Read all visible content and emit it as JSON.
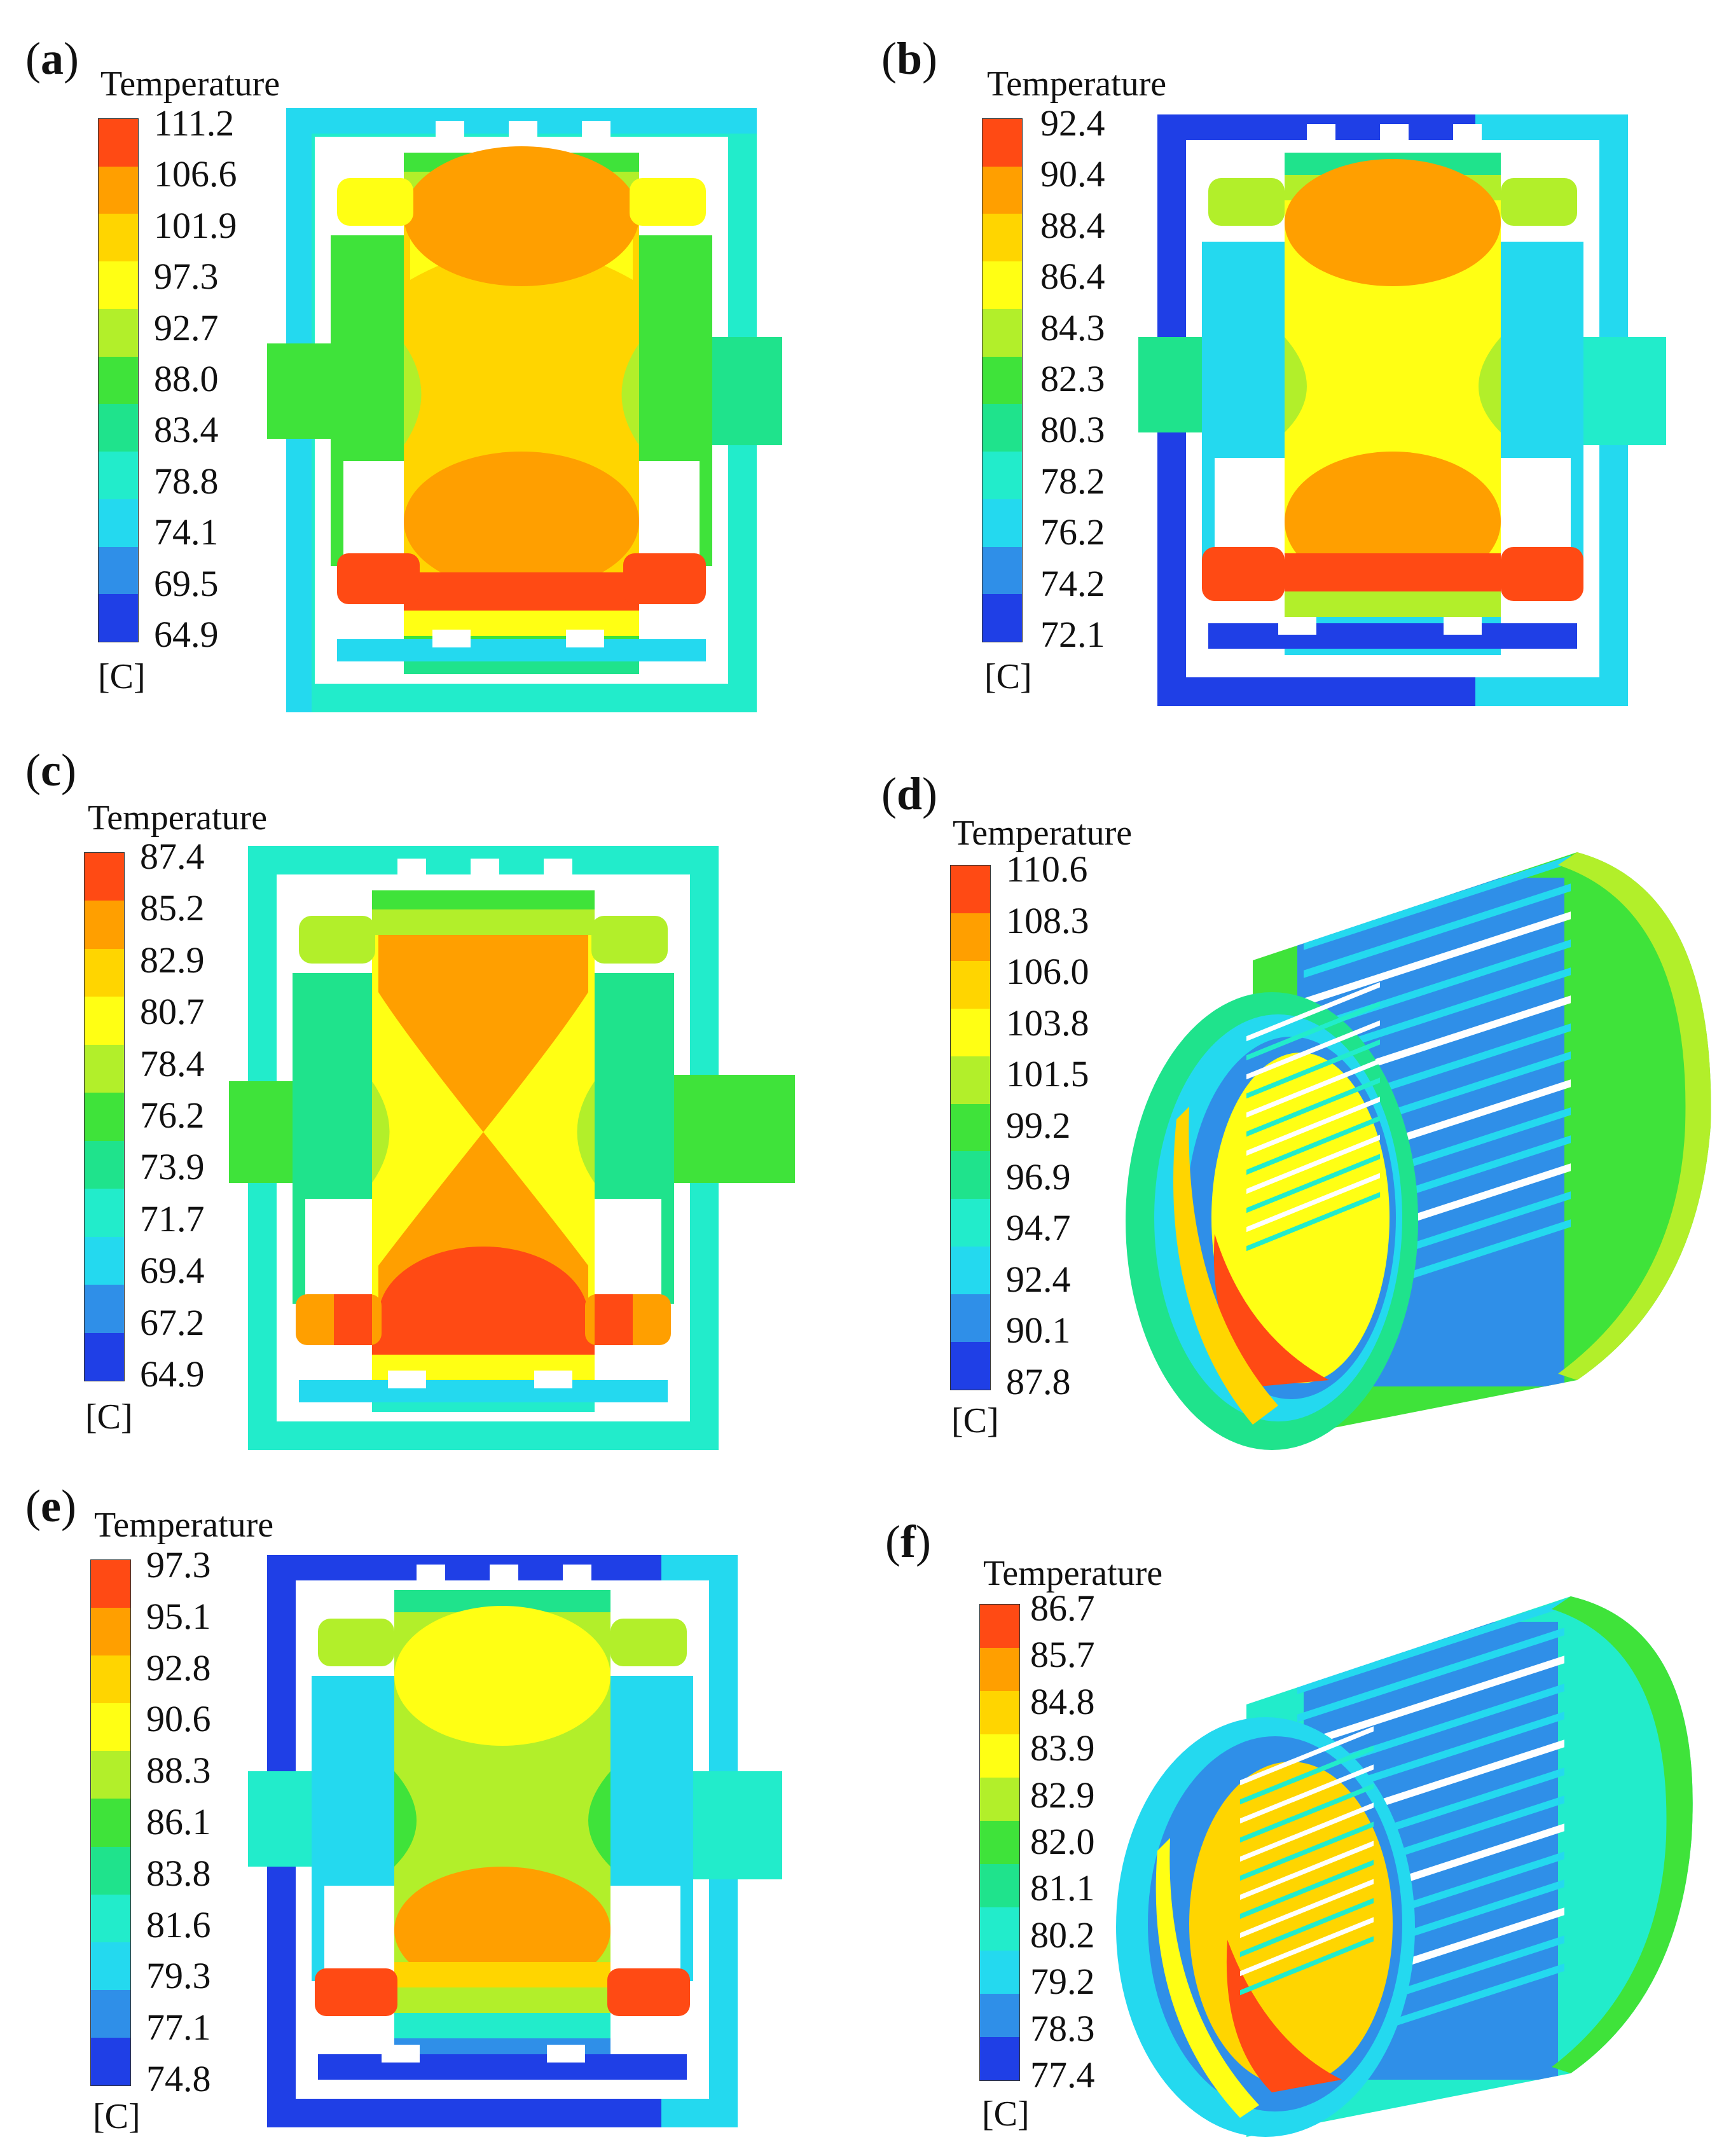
{
  "colors": {
    "c0": "#1f3fe6",
    "c1": "#2f8fe8",
    "c2": "#24d9ef",
    "c3": "#22eccb",
    "c4": "#1fe38c",
    "c5": "#3fe33a",
    "c6": "#b2ef2a",
    "c7": "#ffff14",
    "c8": "#ffd500",
    "c9": "#ff9f00",
    "c10": "#ff4a14",
    "white": "#ffffff"
  },
  "legend_title": "Temperature",
  "legend_unit": "[C]",
  "panels": [
    {
      "id": "a",
      "label": "a",
      "ticks": [
        "111.2",
        "106.6",
        "101.9",
        "97.3",
        "92.7",
        "88.0",
        "83.4",
        "78.8",
        "74.1",
        "69.5",
        "64.9"
      ]
    },
    {
      "id": "b",
      "label": "b",
      "ticks": [
        "92.4",
        "90.4",
        "88.4",
        "86.4",
        "84.3",
        "82.3",
        "80.3",
        "78.2",
        "76.2",
        "74.2",
        "72.1"
      ]
    },
    {
      "id": "c",
      "label": "c",
      "ticks": [
        "87.4",
        "85.2",
        "82.9",
        "80.7",
        "78.4",
        "76.2",
        "73.9",
        "71.7",
        "69.4",
        "67.2",
        "64.9"
      ]
    },
    {
      "id": "d",
      "label": "d",
      "ticks": [
        "110.6",
        "108.3",
        "106.0",
        "103.8",
        "101.5",
        "99.2",
        "96.9",
        "94.7",
        "92.4",
        "90.1",
        "87.8"
      ]
    },
    {
      "id": "e",
      "label": "e",
      "ticks": [
        "97.3",
        "95.1",
        "92.8",
        "90.6",
        "88.3",
        "86.1",
        "83.8",
        "81.6",
        "79.3",
        "77.1",
        "74.8"
      ]
    },
    {
      "id": "f",
      "label": "f",
      "ticks": [
        "86.7",
        "85.7",
        "84.8",
        "83.9",
        "82.9",
        "82.0",
        "81.1",
        "80.2",
        "79.2",
        "78.3",
        "77.4"
      ]
    }
  ]
}
